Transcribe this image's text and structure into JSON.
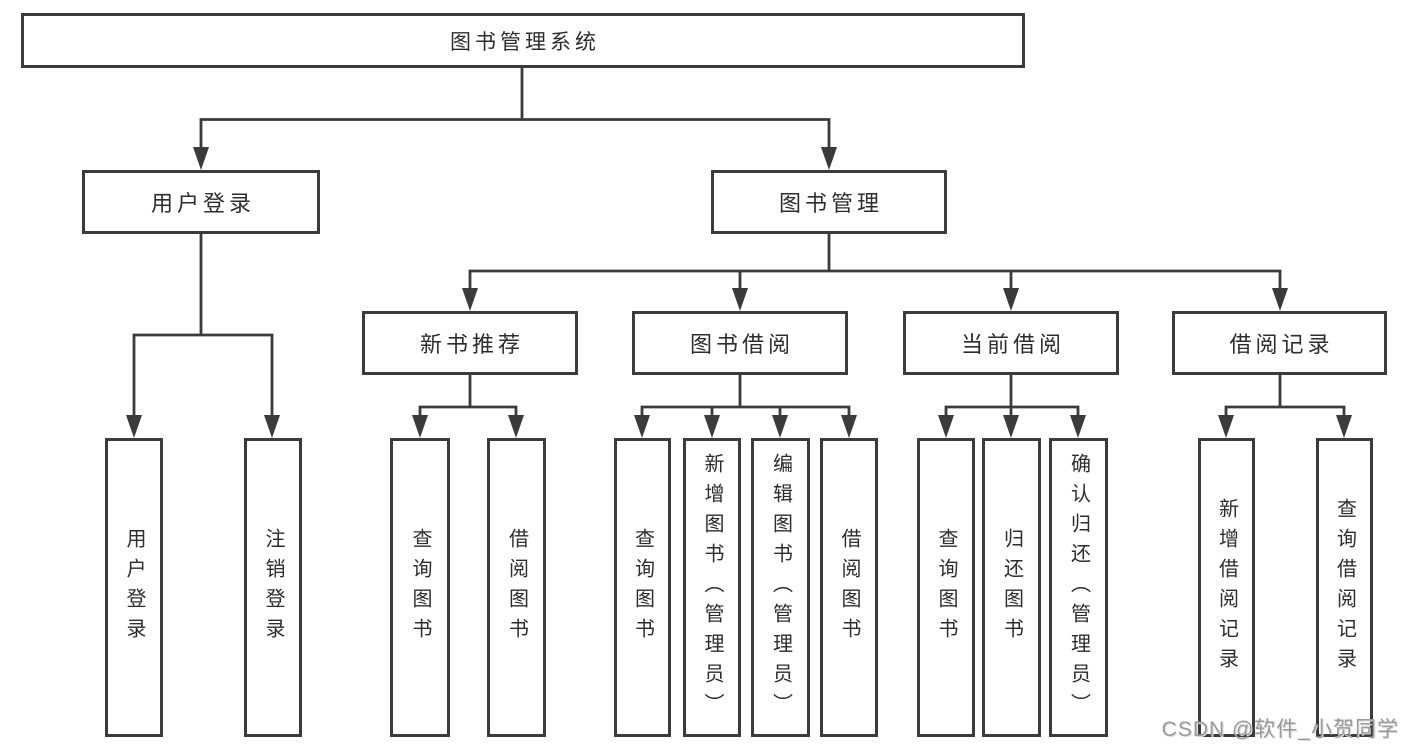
{
  "diagram": {
    "root_label": "图书管理系统",
    "level2": [
      {
        "label": "用户登录"
      },
      {
        "label": "图书管理"
      }
    ],
    "level3": [
      {
        "label": "新书推荐",
        "parent": "图书管理"
      },
      {
        "label": "图书借阅",
        "parent": "图书管理"
      },
      {
        "label": "当前借阅",
        "parent": "图书管理"
      },
      {
        "label": "借阅记录",
        "parent": "图书管理"
      }
    ],
    "leaves": [
      {
        "label": "用户登录",
        "parent": "用户登录"
      },
      {
        "label": "注销登录",
        "parent": "用户登录"
      },
      {
        "label": "查询图书",
        "parent": "新书推荐"
      },
      {
        "label": "借阅图书",
        "parent": "新书推荐"
      },
      {
        "label": "查询图书",
        "parent": "图书借阅"
      },
      {
        "label": "新增图书（管理员）",
        "parent": "图书借阅"
      },
      {
        "label": "编辑图书（管理员）",
        "parent": "图书借阅"
      },
      {
        "label": "借阅图书",
        "parent": "图书借阅"
      },
      {
        "label": "查询图书",
        "parent": "当前借阅"
      },
      {
        "label": "归还图书",
        "parent": "当前借阅"
      },
      {
        "label": "确认归还（管理员）",
        "parent": "当前借阅"
      },
      {
        "label": "新增借阅记录",
        "parent": "借阅记录"
      },
      {
        "label": "查询借阅记录",
        "parent": "借阅记录"
      }
    ]
  },
  "watermark": {
    "text": "CSDN @软件_小贺同学"
  },
  "colors": {
    "line": "#3b3b3b",
    "text": "#2d2d2d",
    "box_background": "#ffffff",
    "watermark": "#9a9a9a",
    "background": "#ffffff"
  }
}
